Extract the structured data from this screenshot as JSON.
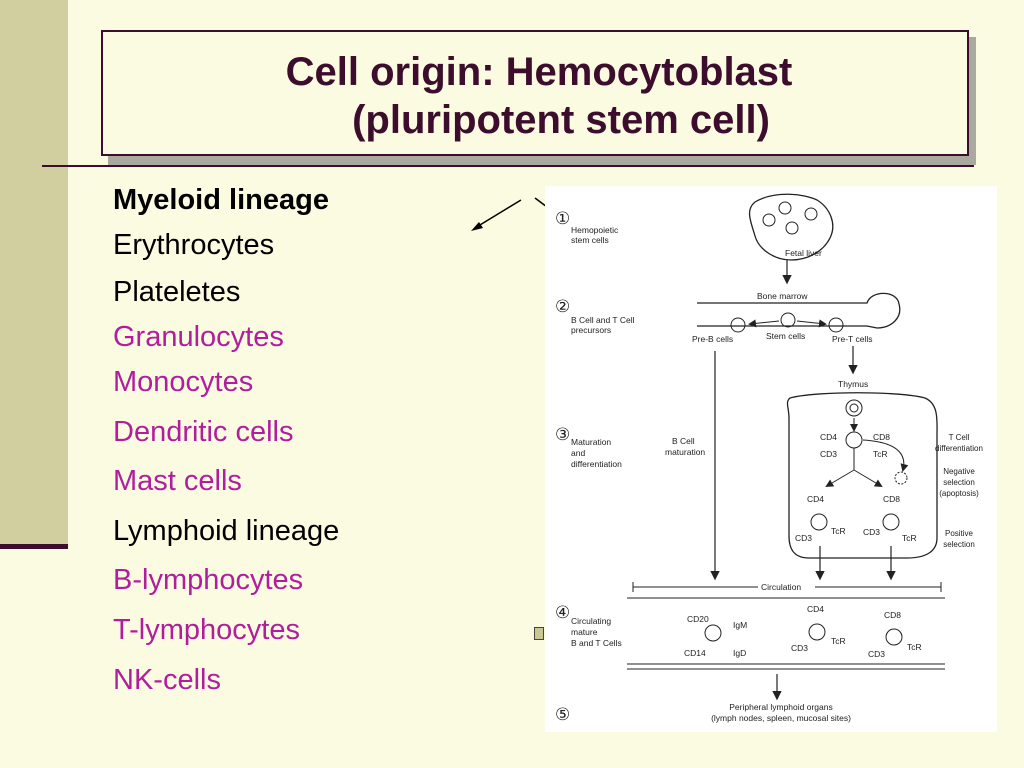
{
  "slide": {
    "title_line1": "Cell origin: Hemocytoblast",
    "title_line2": "(pluripotent stem cell)",
    "list": [
      {
        "text": "Myeloid lineage",
        "color": "#000000",
        "bold": true
      },
      {
        "text": "Erythrocytes",
        "color": "#000000",
        "bold": false
      },
      {
        "text": "Plateletes",
        "color": "#000000",
        "bold": false
      },
      {
        "text": "Granulocytes",
        "color": "#b01e9e",
        "bold": false
      },
      {
        "text": "Monocytes",
        "color": "#b01e9e",
        "bold": false
      },
      {
        "text": "Dendritic cells",
        "color": "#b01e9e",
        "bold": false
      },
      {
        "text": "Mast cells",
        "color": "#b01e9e",
        "bold": false
      },
      {
        "text": "Lymphoid lineage",
        "color": "#000000",
        "bold": false
      },
      {
        "text": "B-lymphocytes",
        "color": "#b01e9e",
        "bold": false
      },
      {
        "text": "T-lymphocytes",
        "color": "#b01e9e",
        "bold": false
      },
      {
        "text": "NK-cells",
        "color": "#b01e9e",
        "bold": false
      }
    ]
  },
  "diagram": {
    "steps": [
      {
        "num": "①",
        "label_lines": [
          "Hemopoietic",
          "stem cells"
        ]
      },
      {
        "num": "②",
        "label_lines": [
          "B Cell and T Cell",
          "precursors"
        ]
      },
      {
        "num": "③",
        "label_lines": [
          "Maturation",
          "and",
          "differentiation"
        ]
      },
      {
        "num": "④",
        "label_lines": [
          "Circulating",
          "mature",
          "B and T Cells"
        ]
      },
      {
        "num": "⑤",
        "label_lines": []
      }
    ],
    "fetal_liver": "Fetal liver",
    "bone_marrow": "Bone marrow",
    "pre_b": "Pre-B cells",
    "stem_cells": "Stem cells",
    "pre_t": "Pre-T cells",
    "thymus": "Thymus",
    "b_maturation": [
      "B Cell",
      "maturation"
    ],
    "t_diff": [
      "T Cell",
      "differentiation"
    ],
    "neg_sel": [
      "Negative",
      "selection",
      "(apoptosis)"
    ],
    "pos_sel": [
      "Positive",
      "selection"
    ],
    "circulation": "Circulation",
    "markers": {
      "cd4": "CD4",
      "cd8": "CD8",
      "cd3": "CD3",
      "tcr": "TcR",
      "cd20": "CD20",
      "cd14": "CD14",
      "igm": "IgM",
      "igd": "IgD"
    },
    "peripheral": [
      "Peripheral lymphoid organs",
      "(lymph nodes, spleen, mucosal sites)"
    ]
  }
}
